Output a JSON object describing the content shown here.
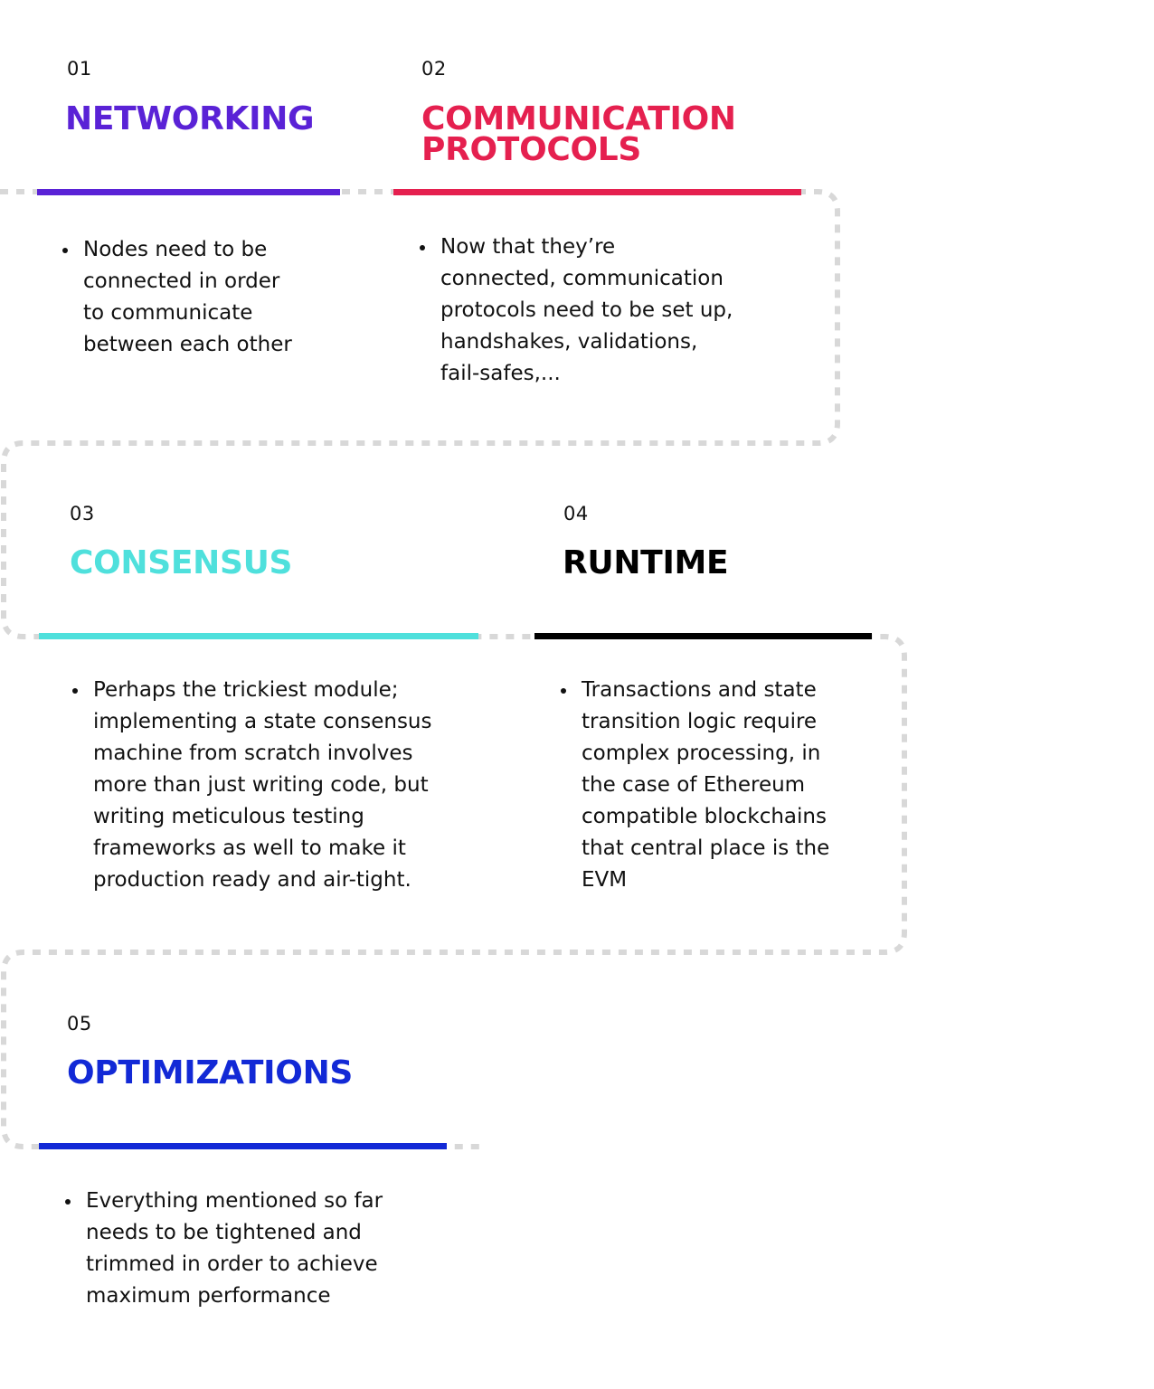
{
  "colors": {
    "networking": "#5a22d6",
    "communication": "#e5204f",
    "consensus": "#4fe0dc",
    "runtime": "#000000",
    "optimizations": "#1229d6",
    "connector": "#d8d8d8",
    "text": "#111111"
  },
  "steps": [
    {
      "number": "01",
      "title": "NETWORKING",
      "bullet_lines": [
        "Nodes need to be",
        "connected in order",
        "to communicate",
        "between each other"
      ]
    },
    {
      "number": "02",
      "title_lines": [
        "COMMUNICATION",
        "PROTOCOLS"
      ],
      "bullet_lines": [
        "Now that they’re",
        "connected, communication",
        "protocols need to be set up,",
        "handshakes, validations,",
        "fail-safes,..."
      ]
    },
    {
      "number": "03",
      "title": "CONSENSUS",
      "bullet_lines": [
        "Perhaps the trickiest module;",
        "implementing a state consensus",
        "machine from scratch involves",
        "more than just writing code, but",
        "writing meticulous testing",
        "frameworks as well to make it",
        "production ready and air-tight."
      ]
    },
    {
      "number": "04",
      "title": "RUNTIME",
      "bullet_lines": [
        "Transactions and state",
        "transition logic require",
        "complex processing, in",
        "the case of Ethereum",
        "compatible blockchains",
        "that central place is the",
        "EVM"
      ]
    },
    {
      "number": "05",
      "title": "OPTIMIZATIONS",
      "bullet_lines": [
        "Everything mentioned so far",
        "needs to be tightened and",
        "trimmed in order to achieve",
        "maximum performance"
      ]
    }
  ]
}
